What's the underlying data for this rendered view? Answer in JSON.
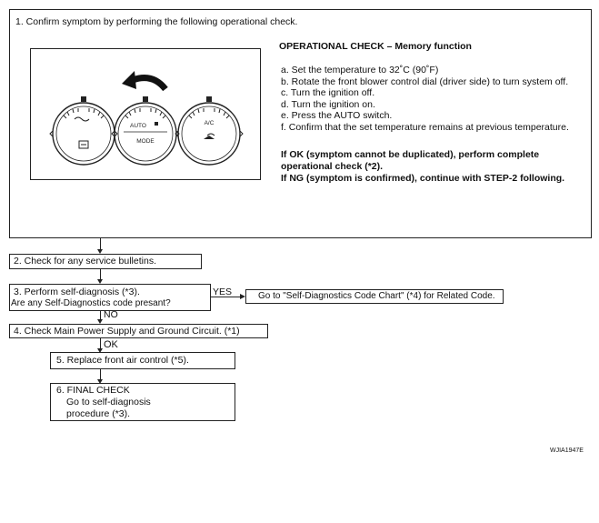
{
  "step1": {
    "title": "1. Confirm symptom by performing the following operational check.",
    "heading": "OPERATIONAL CHECK – Memory function",
    "ops": [
      "a. Set the temperature to 32˚C (90˚F)",
      "b. Rotate the front blower control dial (driver side) to turn system off.",
      "c. Turn the ignition off.",
      "d. Turn the ignition on.",
      "e. Press the AUTO switch.",
      "f.  Confirm that the set temperature remains at previous temperature."
    ],
    "result_ok": [
      "If OK (symptom cannot be duplicated), perform complete",
      "operational check (*2)."
    ],
    "result_ng": "If NG (symptom is confirmed), continue with STEP-2 following.",
    "panel": {
      "dial_center_label_1": "AUTO",
      "dial_center_label_2": "MODE",
      "dial_right_label": "A/C"
    }
  },
  "step2": "2. Check for any service bulletins.",
  "step3": [
    "3. Perform self-diagnosis (*3).",
    "Are any Self-Diagnostics code presant?"
  ],
  "yes_label": "YES",
  "no_label": "NO",
  "yes_box": "Go to \"Self-Diagnostics Code Chart\" (*4) for Related Code.",
  "step4": "4. Check Main Power Supply and Ground Circuit. (*1)",
  "ok_label": "OK",
  "step5": "5.  Replace front air control (*5).",
  "step6": [
    "6. FINAL CHECK",
    "Go to self-diagnosis",
    "procedure (*3)."
  ],
  "figure_code": "WJIA1947E"
}
